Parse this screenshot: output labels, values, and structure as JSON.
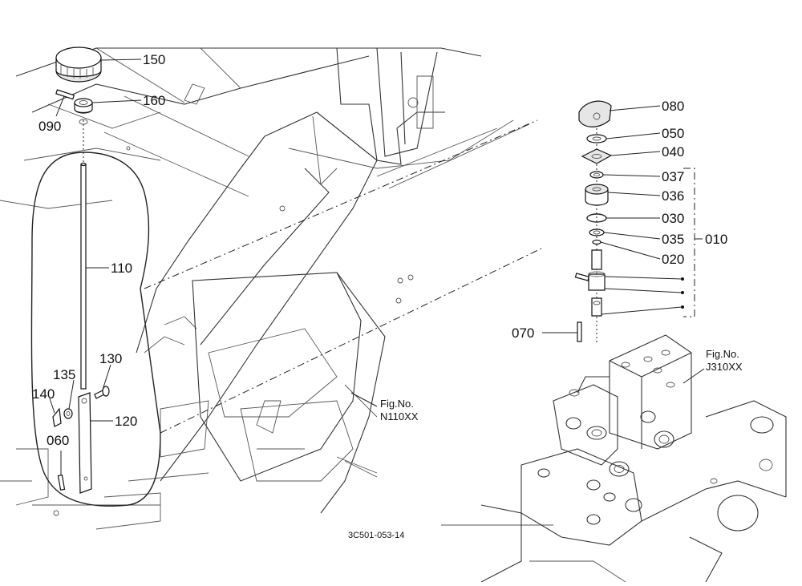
{
  "callouts": {
    "p150": "150",
    "p160": "160",
    "p090": "090",
    "p110": "110",
    "p130": "130",
    "p135": "135",
    "p140": "140",
    "p120": "120",
    "p060": "060",
    "p080": "080",
    "p050": "050",
    "p040": "040",
    "p037": "037",
    "p036": "036",
    "p030": "030",
    "p035": "035",
    "p010": "010",
    "p020": "020",
    "p070": "070"
  },
  "references": {
    "n110_title": "Fig.No.",
    "n110_code": "N110XX",
    "j310_title": "Fig.No.",
    "j310_code": "J310XX"
  },
  "drawing_code": "3C501-053-14"
}
